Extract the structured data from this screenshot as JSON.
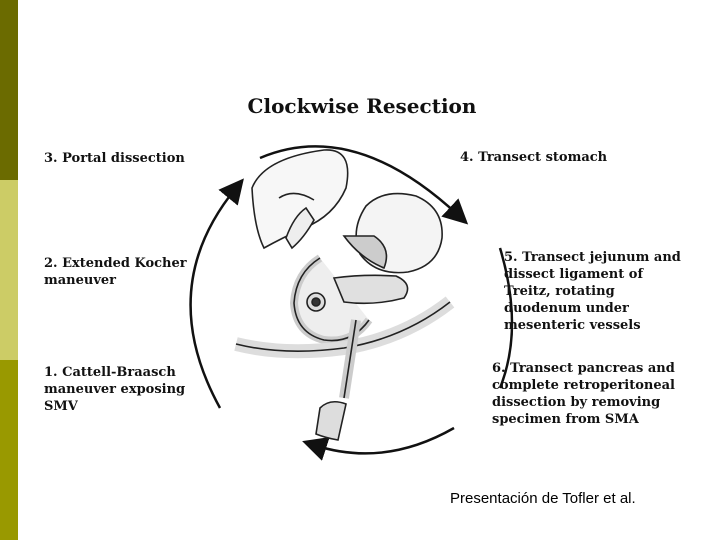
{
  "title": "Clockwise Resection",
  "steps": {
    "s1": "1. Cattell-Braasch\nmaneuver exposing\nSMV",
    "s2": "2. Extended Kocher\nmaneuver",
    "s3": "3. Portal dissection",
    "s4": "4. Transect stomach",
    "s5": "5. Transect jejunum and\ndissect ligament of\nTreitz, rotating\nduodenum under\nmesenteric vessels",
    "s6": "6. Transect pancreas and\ncomplete retroperitoneal\ndissection by removing\nspecimen from SMA"
  },
  "credit": "Presentación de Tofler et al."
}
